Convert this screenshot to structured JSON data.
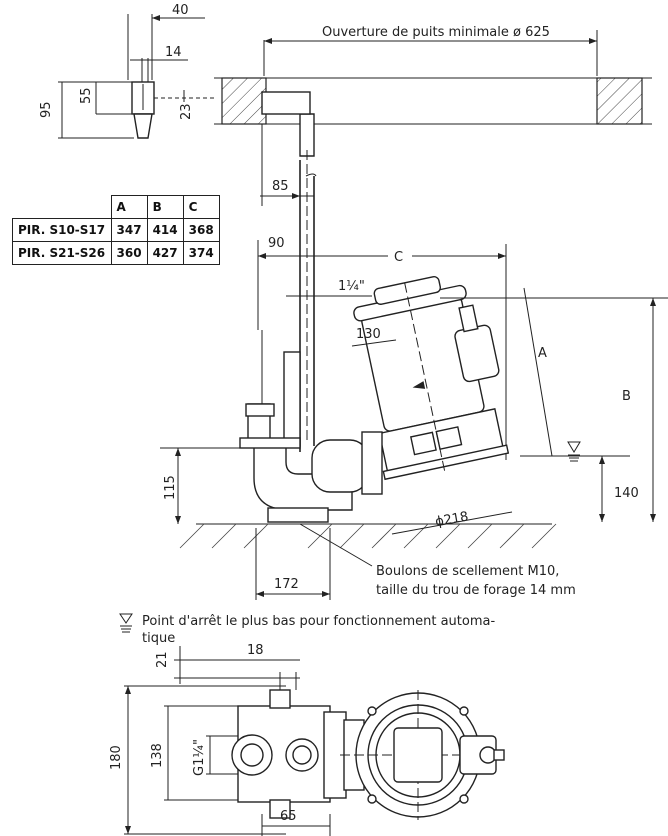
{
  "labels": {
    "shaft_opening": "Ouverture de puits minimale ø 625",
    "dim_40": "40",
    "dim_14": "14",
    "dim_95": "95",
    "dim_55": "55",
    "dim_23": "23",
    "dim_85": "85",
    "dim_90": "90",
    "dim_C": "C",
    "dim_pipe": "1¼\"",
    "dim_130": "130",
    "dim_A": "A",
    "dim_B": "B",
    "dim_140": "140",
    "dim_115": "115",
    "dim_218": "ϕ218",
    "dim_172": "172",
    "bolts_line1": "Boulons de scellement M10,",
    "bolts_line2": "taille du trou de forage 14 mm",
    "legend_line1": "Point d'arrêt le plus bas pour fonctionnement automa-",
    "legend_line2": "tique",
    "dim_21": "21",
    "dim_18": "18",
    "dim_180": "180",
    "dim_138": "138",
    "dim_g": "G1¼\"",
    "dim_65": "65"
  },
  "table": {
    "headers": [
      "A",
      "B",
      "C"
    ],
    "rows": [
      {
        "model": "PIR. S10-S17",
        "A": "347",
        "B": "414",
        "C": "368"
      },
      {
        "model": "PIR. S21-S26",
        "A": "360",
        "B": "427",
        "C": "374"
      }
    ]
  }
}
